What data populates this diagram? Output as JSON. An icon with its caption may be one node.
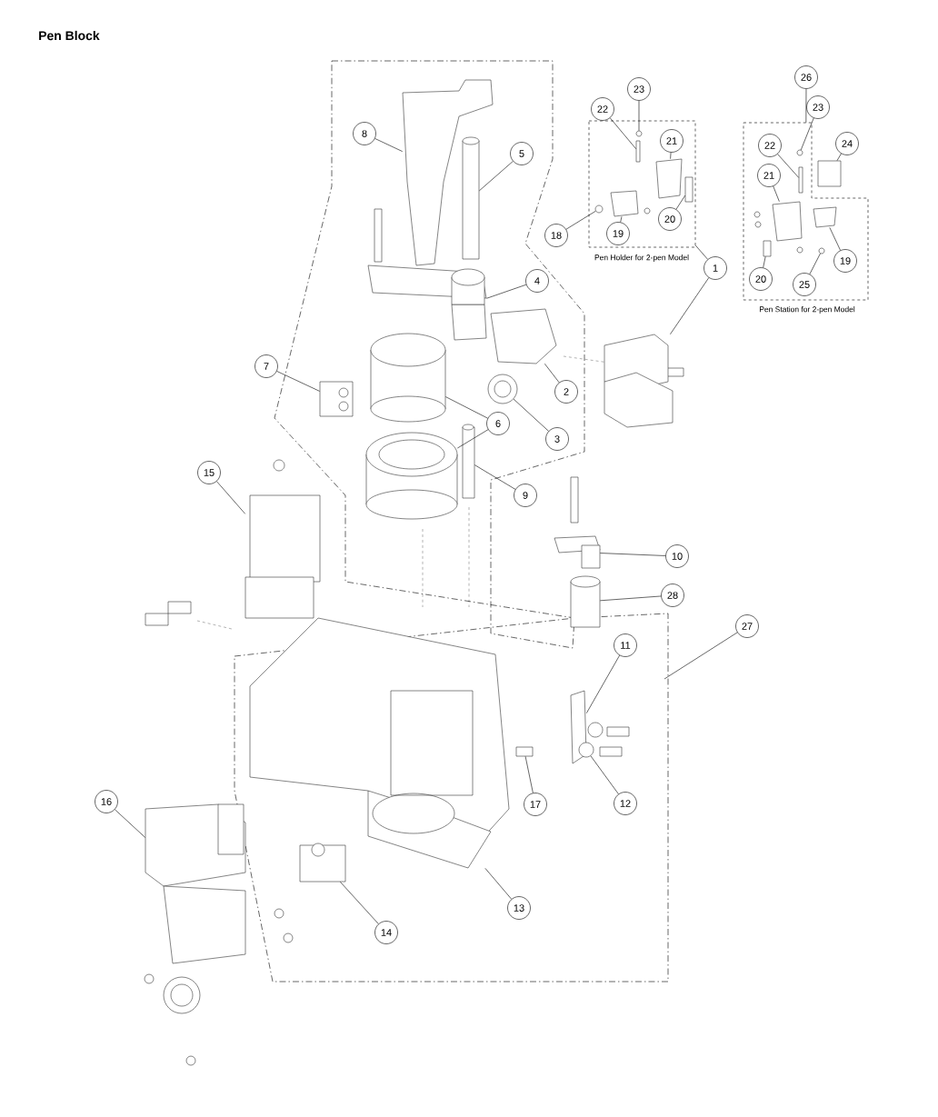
{
  "diagram": {
    "title": "Pen Block",
    "nodes": [
      {
        "text": [
          "Pen Holder for 2-pen Model"
        ]
      },
      {
        "text": [
          "Pen Station for 2-pen Model"
        ]
      },
      {
        "text": [
          "26"
        ]
      },
      {
        "text": [
          "23"
        ]
      },
      {
        "text": [
          "22"
        ]
      },
      {
        "text": [
          "21"
        ],
        "in": 0
      },
      {
        "text": [
          "8"
        ]
      },
      {
        "text": [
          "22"
        ],
        "in": 1
      },
      {
        "text": [
          "23"
        ]
      },
      {
        "text": [
          "24"
        ]
      },
      {
        "text": [
          "5"
        ]
      },
      {
        "text": [
          "21"
        ],
        "in": 1
      },
      {
        "text": [
          "20"
        ],
        "in": 0
      },
      {
        "text": [
          "18"
        ]
      },
      {
        "text": [
          "19"
        ],
        "in": 0
      },
      {
        "text": [
          "1"
        ]
      },
      {
        "text": [
          "19"
        ],
        "in": 1
      },
      {
        "text": [
          "4"
        ]
      },
      {
        "text": [
          "20"
        ],
        "in": 1
      },
      {
        "text": [
          "25"
        ],
        "in": 1
      },
      {
        "text": [
          "7"
        ]
      },
      {
        "text": [
          "2"
        ]
      },
      {
        "text": [
          "6"
        ]
      },
      {
        "text": [
          "3"
        ]
      },
      {
        "text": [
          "15"
        ]
      },
      {
        "text": [
          "9"
        ]
      },
      {
        "text": [
          "10"
        ]
      },
      {
        "text": [
          "28"
        ]
      },
      {
        "text": [
          "27"
        ]
      },
      {
        "text": [
          "11"
        ]
      },
      {
        "text": [
          "16"
        ]
      },
      {
        "text": [
          "17"
        ]
      },
      {
        "text": [
          "12"
        ]
      },
      {
        "text": [
          "13"
        ]
      },
      {
        "text": [
          "14"
        ]
      },
      {
        "text": [],
        "shape": "circle",
        "in": 0
      },
      {
        "text": [],
        "shape": "box",
        "in": 0
      },
      {
        "text": [],
        "shape": "box",
        "in": 0
      },
      {
        "text": [],
        "shape": "box"
      },
      {
        "text": [],
        "shape": "box",
        "in": 1
      },
      {
        "text": [],
        "shape": "circle",
        "in": 1
      },
      {
        "text": [],
        "shape": "box"
      },
      {
        "text": [],
        "shape": "cylinder"
      },
      {
        "text": [],
        "shape": "box",
        "in": 1
      },
      {
        "text": [],
        "shape": "box",
        "in": 0
      },
      {
        "text": [],
        "shape": "circle",
        "in": 0
      },
      {
        "text": [],
        "shape": "box",
        "in": 0
      },
      {
        "text": [],
        "shape": "box"
      },
      {
        "text": [],
        "shape": "box",
        "in": 1
      },
      {
        "text": [],
        "shape": "cylinder"
      },
      {
        "text": [],
        "shape": "box",
        "in": 1
      },
      {
        "text": [],
        "shape": "circle",
        "in": 1
      },
      {
        "text": [],
        "shape": "box"
      },
      {
        "text": [],
        "shape": "box"
      },
      {
        "text": [],
        "shape": "cylinder"
      },
      {
        "text": [],
        "shape": "cylinder"
      },
      {
        "text": [],
        "shape": "circle"
      },
      {
        "text": [],
        "shape": "box"
      },
      {
        "text": [],
        "shape": "cylinder"
      },
      {
        "text": [],
        "shape": "box"
      },
      {
        "text": [],
        "shape": "cylinder"
      },
      {
        "text": [],
        "shape": "box"
      },
      {
        "text": [],
        "shape": "box"
      },
      {
        "text": [],
        "shape": "box"
      },
      {
        "text": [],
        "shape": "circle"
      },
      {
        "text": [],
        "shape": "box"
      },
      {
        "text": [],
        "shape": "box"
      }
    ],
    "edges": [
      {
        "from": 2,
        "to": 1,
        "arrow": "none"
      },
      {
        "from": 3,
        "to": 35,
        "arrow": "none"
      },
      {
        "from": 4,
        "to": 36,
        "arrow": "none"
      },
      {
        "from": 5,
        "to": 37,
        "arrow": "none"
      },
      {
        "from": 6,
        "to": 38,
        "arrow": "none"
      },
      {
        "from": 7,
        "to": 39,
        "arrow": "none"
      },
      {
        "from": 8,
        "to": 40,
        "arrow": "none"
      },
      {
        "from": 9,
        "to": 41,
        "arrow": "none"
      },
      {
        "from": 10,
        "to": 42,
        "arrow": "none"
      },
      {
        "from": 11,
        "to": 43,
        "arrow": "none"
      },
      {
        "from": 12,
        "to": 44,
        "arrow": "none"
      },
      {
        "from": 13,
        "to": 45,
        "arrow": "none"
      },
      {
        "from": 14,
        "to": 46,
        "arrow": "none"
      },
      {
        "from": 15,
        "to": 0,
        "arrow": "none"
      },
      {
        "from": 15,
        "to": 47,
        "arrow": "none"
      },
      {
        "from": 16,
        "to": 48,
        "arrow": "none"
      },
      {
        "from": 17,
        "to": 49,
        "arrow": "none"
      },
      {
        "from": 18,
        "to": 50,
        "arrow": "none"
      },
      {
        "from": 19,
        "to": 51,
        "arrow": "none"
      },
      {
        "from": 20,
        "to": 52,
        "arrow": "none"
      },
      {
        "from": 21,
        "to": 53,
        "arrow": "none"
      },
      {
        "from": 22,
        "to": 54,
        "arrow": "none"
      },
      {
        "from": 22,
        "to": 55,
        "arrow": "none"
      },
      {
        "from": 23,
        "to": 56,
        "arrow": "none"
      },
      {
        "from": 24,
        "to": 57,
        "arrow": "none"
      },
      {
        "from": 25,
        "to": 58,
        "arrow": "none"
      },
      {
        "from": 26,
        "to": 59,
        "arrow": "none"
      },
      {
        "from": 27,
        "to": 60,
        "arrow": "none"
      },
      {
        "from": 28,
        "to": null,
        "arrow": "none"
      },
      {
        "from": 29,
        "to": 61,
        "arrow": "none"
      },
      {
        "from": 30,
        "to": 62,
        "arrow": "none"
      },
      {
        "from": 31,
        "to": 63,
        "arrow": "none"
      },
      {
        "from": 32,
        "to": 64,
        "arrow": "none"
      },
      {
        "from": 33,
        "to": 65,
        "arrow": "none"
      },
      {
        "from": 34,
        "to": 66,
        "arrow": "none"
      }
    ]
  }
}
